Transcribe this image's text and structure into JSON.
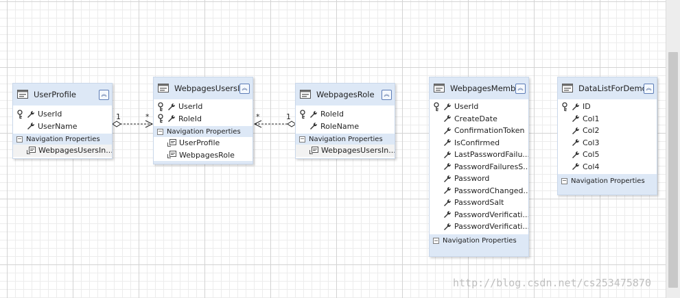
{
  "navigation_label": "Navigation Properties",
  "entities": {
    "user_profile": {
      "title": "UserProfile",
      "properties": [
        "UserId",
        "UserName"
      ],
      "nav_properties": [
        "WebpagesUsersIn..."
      ]
    },
    "webpages_users_in_roles": {
      "title": "WebpagesUsersI...",
      "properties": [
        "UserId",
        "RoleId"
      ],
      "nav_properties": [
        "UserProfile",
        "WebpagesRole"
      ]
    },
    "webpages_role": {
      "title": "WebpagesRole",
      "properties": [
        "RoleId",
        "RoleName"
      ],
      "nav_properties": [
        "WebpagesUsersIn..."
      ]
    },
    "webpages_membership": {
      "title": "WebpagesMemb...",
      "properties": [
        "UserId",
        "CreateDate",
        "ConfirmationToken",
        "IsConfirmed",
        "LastPasswordFailu...",
        "PasswordFailuresS...",
        "Password",
        "PasswordChanged...",
        "PasswordSalt",
        "PasswordVerificati...",
        "PasswordVerificati..."
      ]
    },
    "data_list_for_demo": {
      "title": "DataListForDemo",
      "properties": [
        "ID",
        "Col1",
        "Col2",
        "Col3",
        "Col5",
        "Col4"
      ]
    }
  },
  "associations": {
    "left": {
      "one": "1",
      "many": "*"
    },
    "right": {
      "many": "*",
      "one": "1"
    }
  },
  "watermark": "http://blog.csdn.net/cs253475870",
  "colors": {
    "header_bg": "#dde8f6",
    "border": "#c9d7ea",
    "icon_blue": "#31508c"
  }
}
